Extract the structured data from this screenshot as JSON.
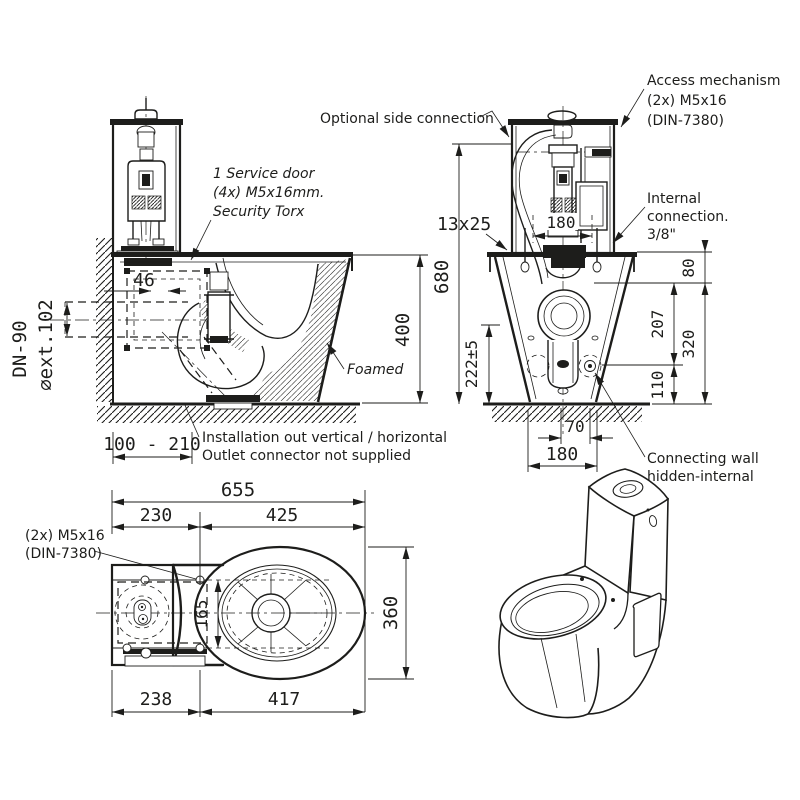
{
  "colors": {
    "background": "#ffffff",
    "line": "#1d1d1b"
  },
  "views": {
    "side_view": {
      "labels": {
        "optional_side_connection": "Optional side connection",
        "service_door": [
          "1 Service door",
          "(4x) M5x16mm.",
          "Security Torx"
        ],
        "foamed": "Foamed",
        "outlet_type": "DN-90",
        "outlet_diameter": "⌀ext.102",
        "installation_note": [
          "Installation out vertical / horizontal",
          "Outlet connector not supplied"
        ]
      },
      "dims": {
        "door_offset": "46",
        "outlet_height_range": "100 - 210",
        "bowl_height": "400"
      }
    },
    "front_view": {
      "labels": {
        "access_mechanism": [
          "Access mechanism",
          "(2x) M5x16",
          "(DIN-7380)"
        ],
        "internal_connection": [
          "Internal",
          "connection.",
          "3/8\""
        ],
        "connecting_wall": [
          "Connecting wall",
          "hidden-internal"
        ],
        "fixing_slot": "13x25"
      },
      "dims": {
        "total_height": "680",
        "cistern_inner_width": "180",
        "trap_height": "222±5",
        "inlet_offset": "80",
        "mid_offset": "207",
        "panel_height": "320",
        "low_offset": "110",
        "outlet_offset": "70",
        "base_width": "180"
      }
    },
    "top_view": {
      "labels": {
        "fixing_screws": [
          "(2x) M5x16",
          "(DIN-7380)"
        ]
      },
      "dims": {
        "total_depth": "655",
        "cistern_depth": "230",
        "bowl_depth": "425",
        "bolt_spacing": "165",
        "bowl_width": "360",
        "base_depth": "238",
        "bowl_base_depth": "417"
      }
    }
  }
}
